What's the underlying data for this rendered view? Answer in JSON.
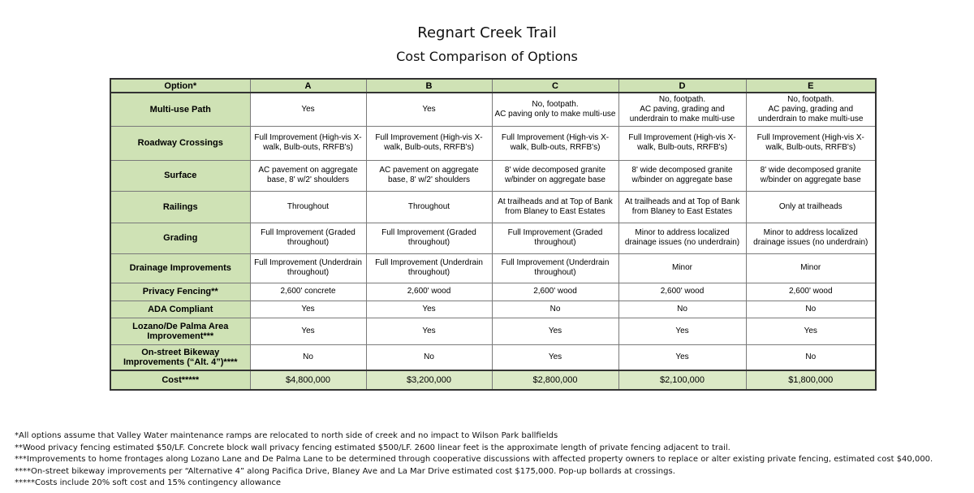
{
  "title": "Regnart Creek Trail",
  "subtitle": "Cost Comparison of Options",
  "table": {
    "header_label": "Option*",
    "options": [
      "A",
      "B",
      "C",
      "D",
      "E"
    ],
    "rows": [
      {
        "label": "Multi-use Path",
        "values": [
          "Yes",
          "Yes",
          "No, footpath.\nAC paving only to make multi-use",
          "No, footpath.\nAC paving, grading and underdrain to make multi-use",
          "No, footpath.\nAC paving, grading and underdrain to make multi-use"
        ]
      },
      {
        "label": "Roadway Crossings",
        "values": [
          "Full Improvement (High-vis X-walk, Bulb-outs, RRFB's)",
          "Full Improvement (High-vis X-walk, Bulb-outs, RRFB's)",
          "Full Improvement (High-vis X-walk, Bulb-outs, RRFB's)",
          "Full Improvement (High-vis X-walk, Bulb-outs, RRFB's)",
          "Full Improvement (High-vis X-walk, Bulb-outs, RRFB's)"
        ]
      },
      {
        "label": "Surface",
        "values": [
          "AC pavement on aggregate base, 8' w/2' shoulders",
          "AC pavement on aggregate base, 8' w/2' shoulders",
          "8' wide decomposed granite w/binder on aggregate base",
          "8' wide decomposed granite w/binder on aggregate base",
          "8' wide decomposed granite w/binder on aggregate base"
        ]
      },
      {
        "label": "Railings",
        "values": [
          "Throughout",
          "Throughout",
          "At trailheads and at Top of Bank from Blaney to East Estates",
          "At trailheads and at Top of Bank from Blaney to East Estates",
          "Only at trailheads"
        ]
      },
      {
        "label": "Grading",
        "values": [
          "Full Improvement (Graded throughout)",
          "Full Improvement (Graded throughout)",
          "Full Improvement (Graded throughout)",
          "Minor to address localized drainage issues (no underdrain)",
          "Minor to address localized drainage issues (no underdrain)"
        ]
      },
      {
        "label": "Drainage Improvements",
        "values": [
          "Full Improvement (Underdrain throughout)",
          "Full Improvement (Underdrain throughout)",
          "Full Improvement (Underdrain throughout)",
          "Minor",
          "Minor"
        ]
      },
      {
        "label": "Privacy Fencing**",
        "values": [
          "2,600' concrete",
          "2,600' wood",
          "2,600' wood",
          "2,600' wood",
          "2,600' wood"
        ]
      },
      {
        "label": "ADA Compliant",
        "values": [
          "Yes",
          "Yes",
          "No",
          "No",
          "No"
        ]
      },
      {
        "label": "Lozano/De Palma Area Improvement***",
        "values": [
          "Yes",
          "Yes",
          "Yes",
          "Yes",
          "Yes"
        ]
      },
      {
        "label": "On-street Bikeway Improvements (“Alt. 4”)****",
        "values": [
          "No",
          "No",
          "Yes",
          "Yes",
          "No"
        ]
      }
    ],
    "cost": {
      "label": "Cost*****",
      "values": [
        "$4,800,000",
        "$3,200,000",
        "$2,800,000",
        "$2,100,000",
        "$1,800,000"
      ]
    }
  },
  "footnotes": [
    "*All options assume that Valley Water maintenance ramps are relocated to north side of creek and no impact to Wilson Park ballfields",
    "**Wood privacy fencing estimated $50/LF.  Concrete block wall privacy fencing estimated $500/LF.  2600 linear feet is the approximate length of private fencing adjacent to trail.",
    "***Improvements to home frontages along Lozano Lane and De Palma Lane to be determined through cooperative discussions with affected property owners to replace or alter existing private fencing, estimated cost $40,000.",
    "****On-street bikeway improvements per “Alternative 4” along Pacifica Drive, Blaney Ave and La Mar Drive estimated cost $175,000.  Pop-up bollards at crossings.",
    "*****Costs include 20% soft cost and 15% contingency allowance"
  ],
  "colors": {
    "header_fill": "#cfe2b5",
    "cost_fill": "#dbe9c6",
    "border": "#7a7a7a"
  }
}
